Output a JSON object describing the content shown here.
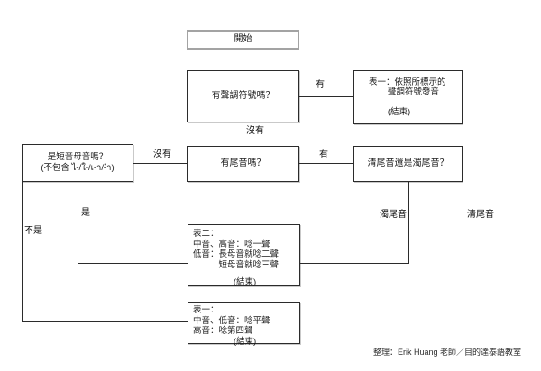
{
  "canvas": {
    "bg": "#ffffff",
    "line_color": "#2b2b2b",
    "start_border": "#a3a3a3"
  },
  "nodes": {
    "start": {
      "label": "開始"
    },
    "tone_mark_q": {
      "label": "有聲調符號嗎？"
    },
    "table1_top": {
      "line1": "表一：依照所標示的",
      "line2": "聲調符號發音",
      "line3": "(結束)"
    },
    "final_q": {
      "label": "有尾音嗎？"
    },
    "clear_voiced_q": {
      "label": "清尾音還是濁尾音？"
    },
    "short_vowel_q": {
      "line1": "是短音母音嗎？",
      "line2": "(不包含 ไ-/ใ-/เ-า/-ำ)"
    },
    "table2": {
      "line1": "表二：",
      "line2": "中音、高音：唸一聲",
      "line3": "低音：長母音就唸二聲",
      "line4": "短母音就唸三聲",
      "line5": "(結束)"
    },
    "table1_bottom": {
      "line1": "表一：",
      "line2": "中音、低音：唸平聲",
      "line3": "高音：唸第四聲",
      "line4": "(結束)"
    }
  },
  "edge_labels": {
    "has_tone": "有",
    "no_tone": "沒有",
    "no_final": "沒有",
    "has_final": "有",
    "voiced_final": "濁尾音",
    "clear_final": "清尾音",
    "is_short": "是",
    "not_short": "不是"
  },
  "credit": "整理：Erik Huang 老師／目的達泰語教室"
}
